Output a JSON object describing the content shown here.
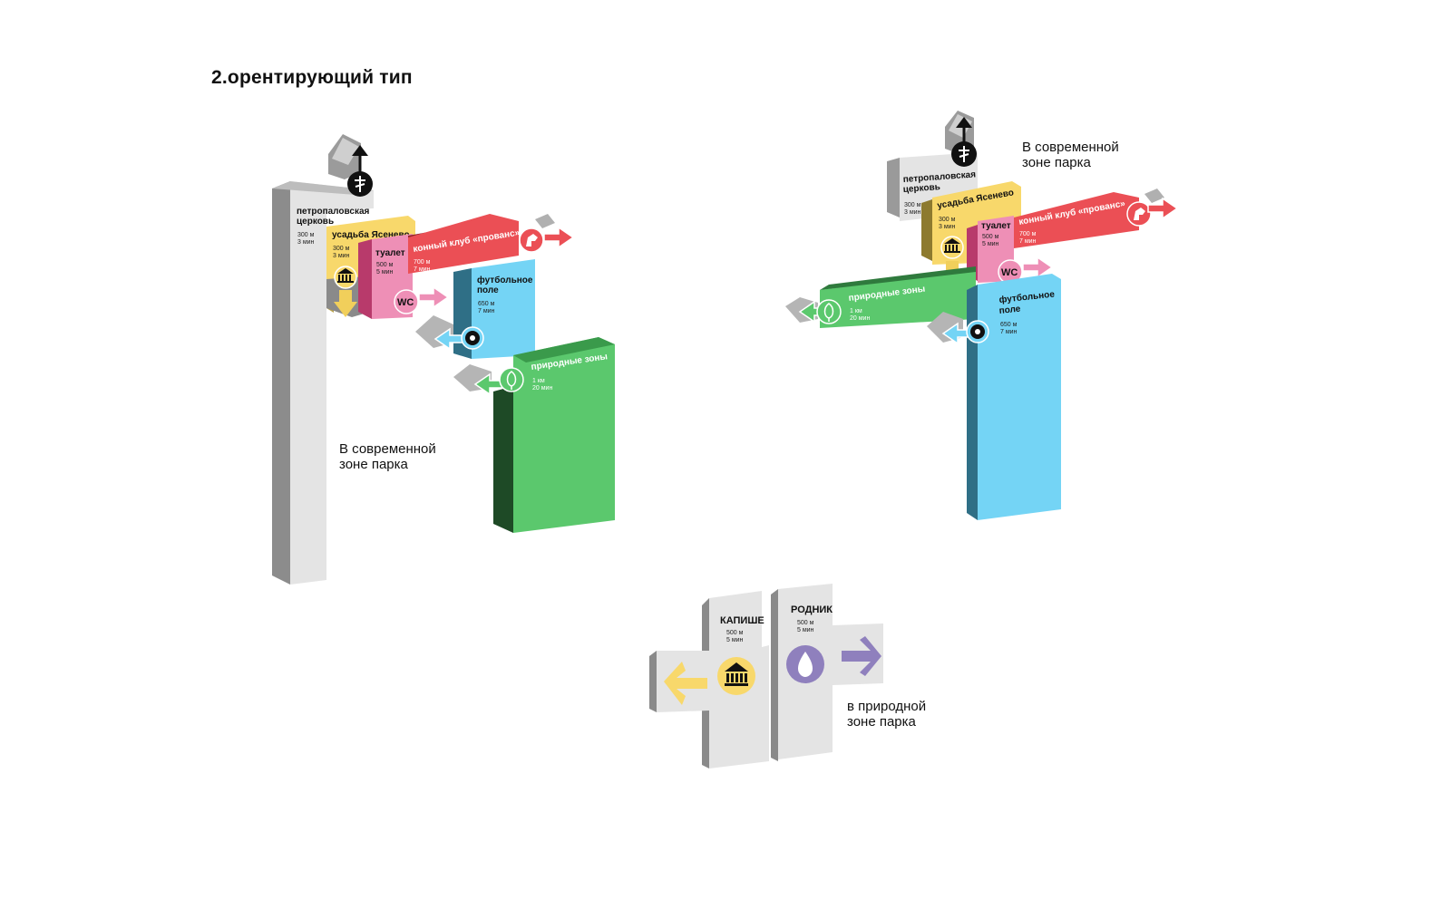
{
  "heading": "2.орентирующий тип",
  "colors": {
    "grey": "#e2e2e2",
    "yellow": "#f8d86b",
    "pink": "#ee8fb6",
    "red": "#eb4f55",
    "blue": "#74d4f5",
    "green": "#5bc86d",
    "purple": "#8f80bd"
  },
  "sign_left": {
    "caption_line1": "В современной",
    "caption_line2": "зоне парка",
    "church": {
      "name_line1": "петропаловская",
      "name_line2": "церковь",
      "dist": "300 м",
      "time": "3 мин",
      "icon": "orthodox-cross-icon"
    },
    "manor": {
      "name": "усадьба Ясенево",
      "dist": "300 м",
      "time": "3 мин",
      "icon": "museum-icon"
    },
    "toilet": {
      "name": "туалет",
      "dist": "500 м",
      "time": "5 мин",
      "icon_text": "WC"
    },
    "horse_club": {
      "name": "конный клуб «прованс»",
      "dist": "700 м",
      "time": "7 мин",
      "icon": "horse-icon"
    },
    "football": {
      "name_line1": "футбольное",
      "name_line2": "поле",
      "dist": "650 м",
      "time": "7 мин",
      "icon": "football-icon"
    },
    "nature": {
      "name": "природные зоны",
      "dist": "1 км",
      "time": "20 мин",
      "icon": "tree-icon"
    }
  },
  "sign_right": {
    "caption_line1": "В современной",
    "caption_line2": "зоне парка",
    "church": {
      "name_line1": "петропаловская",
      "name_line2": "церковь",
      "dist": "300 м",
      "time": "3 мин"
    },
    "manor": {
      "name": "усадьба Ясенево",
      "dist": "300 м",
      "time": "3 мин"
    },
    "toilet": {
      "name": "туалет",
      "dist": "500 м",
      "time": "5 мин",
      "icon_text": "WC"
    },
    "horse_club": {
      "name": "конный клуб «прованс»",
      "dist": "700 м",
      "time": "7 мин"
    },
    "nature": {
      "name": "природные зоны",
      "dist": "1 км",
      "time": "20 мин"
    },
    "football": {
      "name_line1": "футбольное",
      "name_line2": "поле",
      "dist": "650 м",
      "time": "7 мин"
    }
  },
  "sign_bottom": {
    "caption_line1": "в природной",
    "caption_line2": "зоне парка",
    "kapishe": {
      "name": "КАПИШЕ",
      "dist": "500 м",
      "time": "5 мин",
      "icon": "museum-icon"
    },
    "rodnik": {
      "name": "РОДНИК",
      "dist": "500 м",
      "time": "5 мин",
      "icon": "water-drop-icon"
    }
  }
}
